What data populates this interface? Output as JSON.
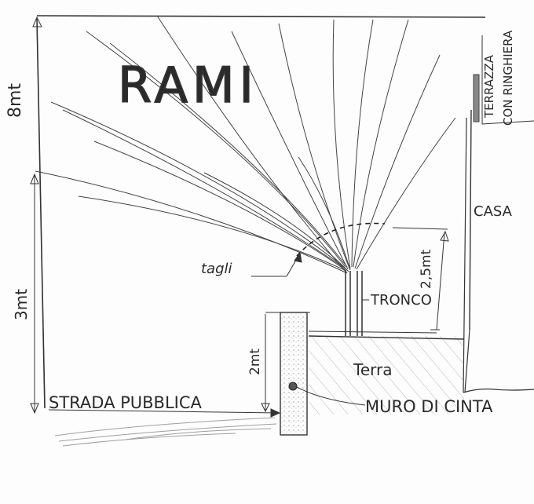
{
  "labels": {
    "branches": "RAMI",
    "terrace_line1": "TERRAZZA",
    "terrace_line2": "CON RINGHIERA",
    "house": "CASA",
    "cuts": "tagli",
    "trunk": "TRONCO",
    "height_total": "8mt",
    "height_lower": "3mt",
    "height_trunk": "2,5mt",
    "height_wall": "2mt",
    "street": "STRADA PUBBLICA",
    "soil": "Terra",
    "wall": "MURO DI CINTA"
  },
  "colors": {
    "ink": "#2a2a2a",
    "pencil": "#555555",
    "paper": "#fdfdfd"
  }
}
